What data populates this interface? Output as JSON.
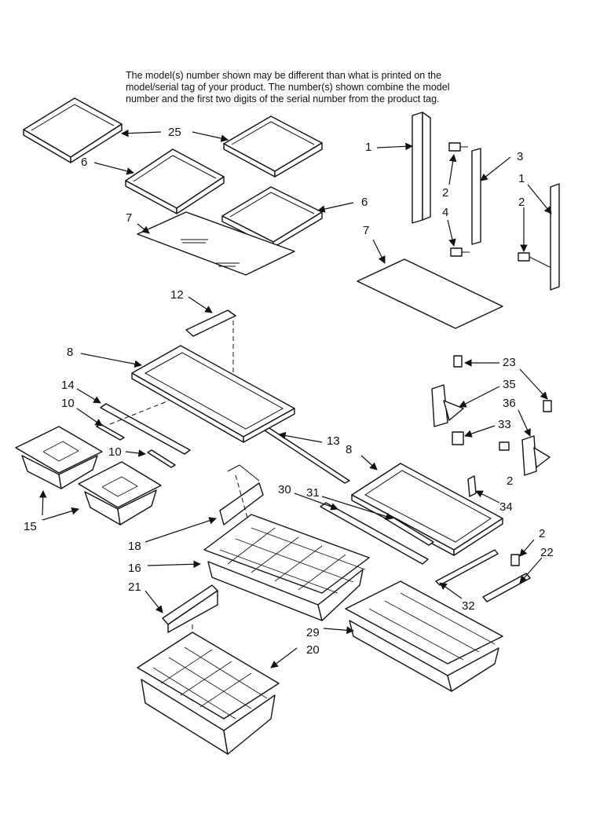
{
  "note": {
    "line1": "The model(s) number shown may be different than what is printed on the",
    "line2": "model/serial tag of your product. The number(s) shown combine the model",
    "line3": "number and the first two digits of the serial number from the product tag."
  },
  "callouts": [
    {
      "id": "25",
      "label": "25"
    },
    {
      "id": "6a",
      "label": "6"
    },
    {
      "id": "6b",
      "label": "6"
    },
    {
      "id": "7a",
      "label": "7"
    },
    {
      "id": "7b",
      "label": "7"
    },
    {
      "id": "1a",
      "label": "1"
    },
    {
      "id": "1b",
      "label": "1"
    },
    {
      "id": "2a",
      "label": "2"
    },
    {
      "id": "2b",
      "label": "2"
    },
    {
      "id": "2c",
      "label": "2"
    },
    {
      "id": "2d",
      "label": "2"
    },
    {
      "id": "3",
      "label": "3"
    },
    {
      "id": "4",
      "label": "4"
    },
    {
      "id": "12",
      "label": "12"
    },
    {
      "id": "8a",
      "label": "8"
    },
    {
      "id": "8b",
      "label": "8"
    },
    {
      "id": "14",
      "label": "14"
    },
    {
      "id": "10a",
      "label": "10"
    },
    {
      "id": "10b",
      "label": "10"
    },
    {
      "id": "15",
      "label": "15"
    },
    {
      "id": "13",
      "label": "13"
    },
    {
      "id": "23",
      "label": "23"
    },
    {
      "id": "35",
      "label": "35"
    },
    {
      "id": "36",
      "label": "36"
    },
    {
      "id": "33",
      "label": "33"
    },
    {
      "id": "34",
      "label": "34"
    },
    {
      "id": "30",
      "label": "30"
    },
    {
      "id": "31",
      "label": "31"
    },
    {
      "id": "18",
      "label": "18"
    },
    {
      "id": "16",
      "label": "16"
    },
    {
      "id": "21",
      "label": "21"
    },
    {
      "id": "22",
      "label": "22"
    },
    {
      "id": "32",
      "label": "32"
    },
    {
      "id": "29",
      "label": "29"
    },
    {
      "id": "20",
      "label": "20"
    }
  ]
}
